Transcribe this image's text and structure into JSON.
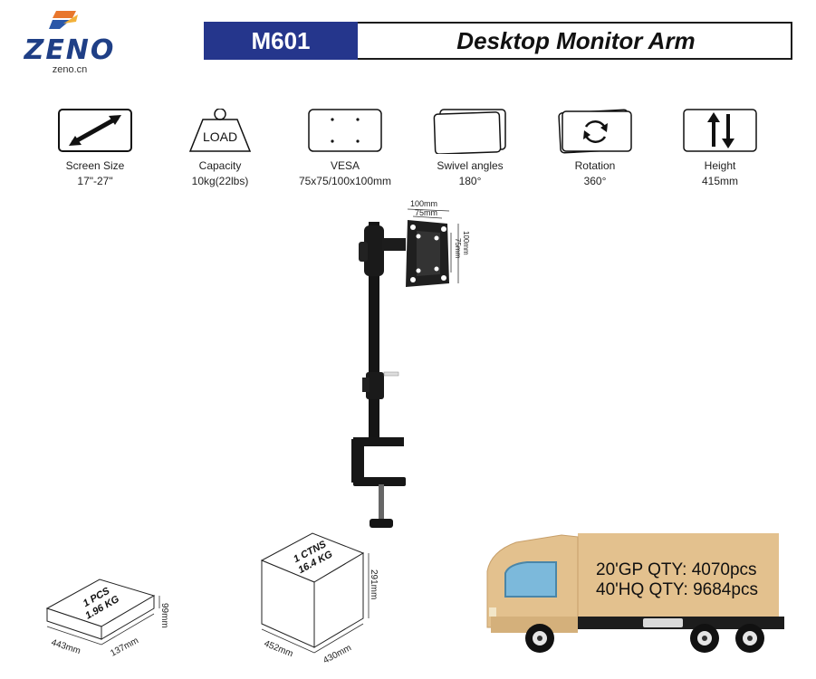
{
  "brand": {
    "name": "ZENO",
    "site": "zeno.cn"
  },
  "header": {
    "model": "M601",
    "title": "Desktop Monitor Arm"
  },
  "specs": [
    {
      "icon": "diagonal-arrow-icon",
      "label": "Screen Size",
      "value": "17\"-27\""
    },
    {
      "icon": "weight-icon",
      "icon_text": "LOAD",
      "label": "Capacity",
      "value": "10kg(22lbs)"
    },
    {
      "icon": "vesa-holes-icon",
      "label": "VESA",
      "value": "75x75/100x100mm"
    },
    {
      "icon": "swivel-icon",
      "label": "Swivel angles",
      "value": "180°"
    },
    {
      "icon": "rotation-icon",
      "label": "Rotation",
      "value": "360°"
    },
    {
      "icon": "height-arrows-icon",
      "label": "Height",
      "value": "415mm"
    }
  ],
  "product_dims": {
    "w100": "100mm",
    "w75": "75mm",
    "h100": "100mm",
    "h75": "75mm"
  },
  "single_box": {
    "qty": "1 PCS",
    "weight": "1.96 KG",
    "length": "443mm",
    "width": "137mm",
    "height": "99mm"
  },
  "carton": {
    "qty": "1 CTNS",
    "weight": "16.4 KG",
    "length": "452mm",
    "width": "430mm",
    "height": "291mm"
  },
  "shipping": {
    "gp20": "20'GP QTY:  4070pcs",
    "hq40": "40'HQ QTY:  9684pcs"
  },
  "colors": {
    "brand_blue": "#25368c",
    "truck_tan": "#e3c18e",
    "truck_blue": "#7cb9db"
  }
}
